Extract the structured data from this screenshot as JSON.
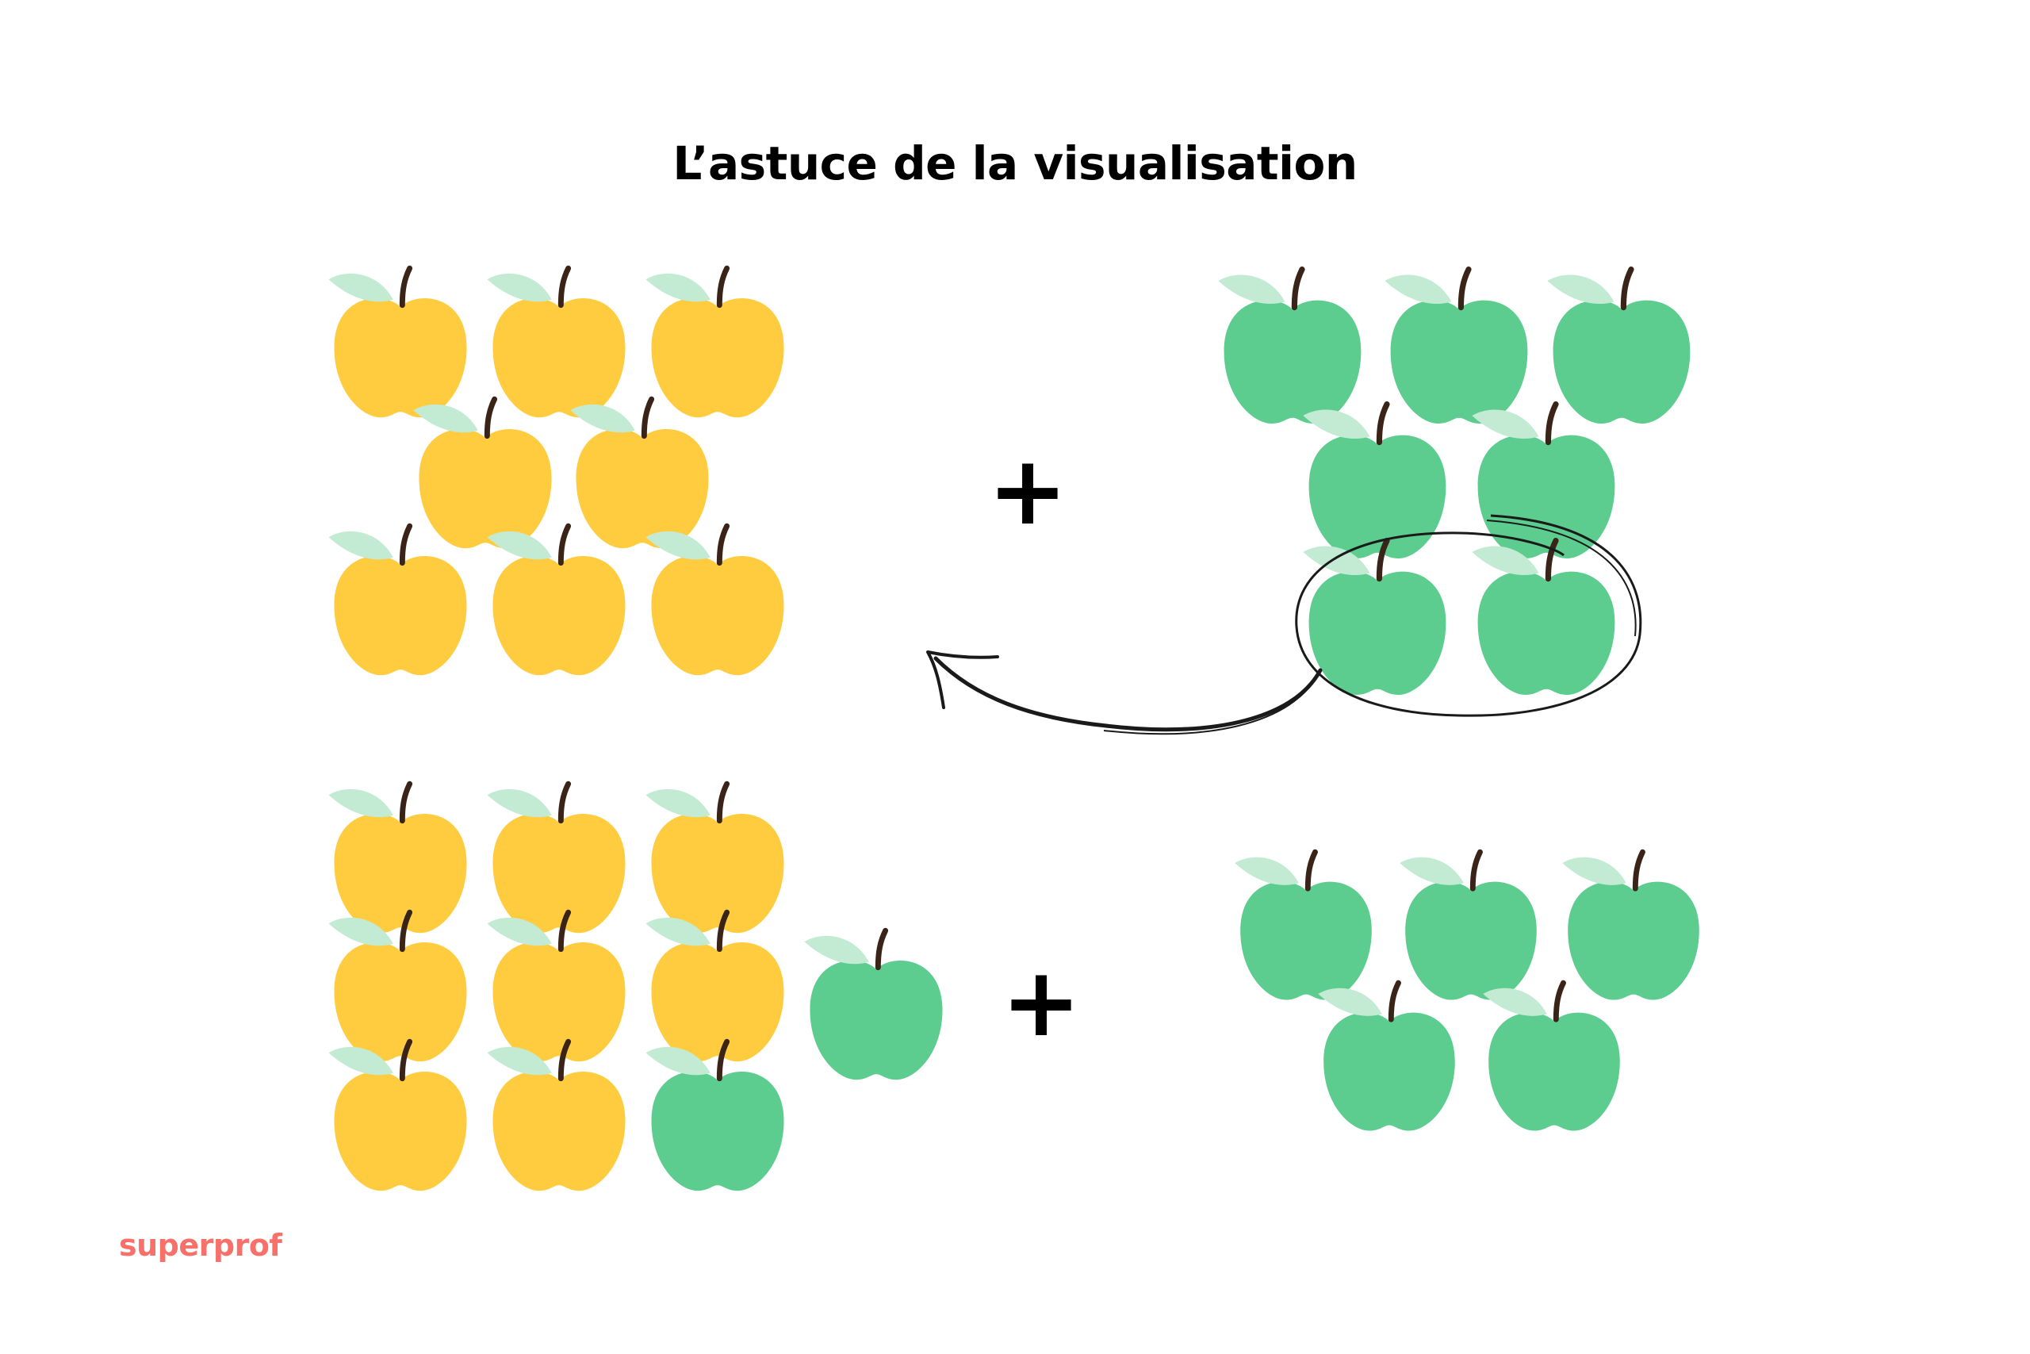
{
  "title": "L’astuce de la visualisation",
  "plus_sign": "+",
  "brand": "superprof",
  "colors": {
    "yellow_apple": "#ffcc40",
    "green_apple": "#5ccd8e",
    "leaf": "#c3ebd4",
    "stem": "#3a2418",
    "brand": "#f8706a"
  },
  "groups": [
    {
      "name": "top-left-yellow",
      "color": "yellow",
      "count": 8
    },
    {
      "name": "top-right-green",
      "color": "green",
      "count": 7,
      "circled": 2
    },
    {
      "name": "bottom-left-ten",
      "colors": [
        "yellow",
        "yellow",
        "yellow",
        "yellow",
        "yellow",
        "yellow",
        "yellow",
        "yellow",
        "green"
      ],
      "count": 9
    },
    {
      "name": "bottom-left-extra",
      "color": "green",
      "count": 1
    },
    {
      "name": "bottom-right-green",
      "color": "green",
      "count": 5
    }
  ]
}
